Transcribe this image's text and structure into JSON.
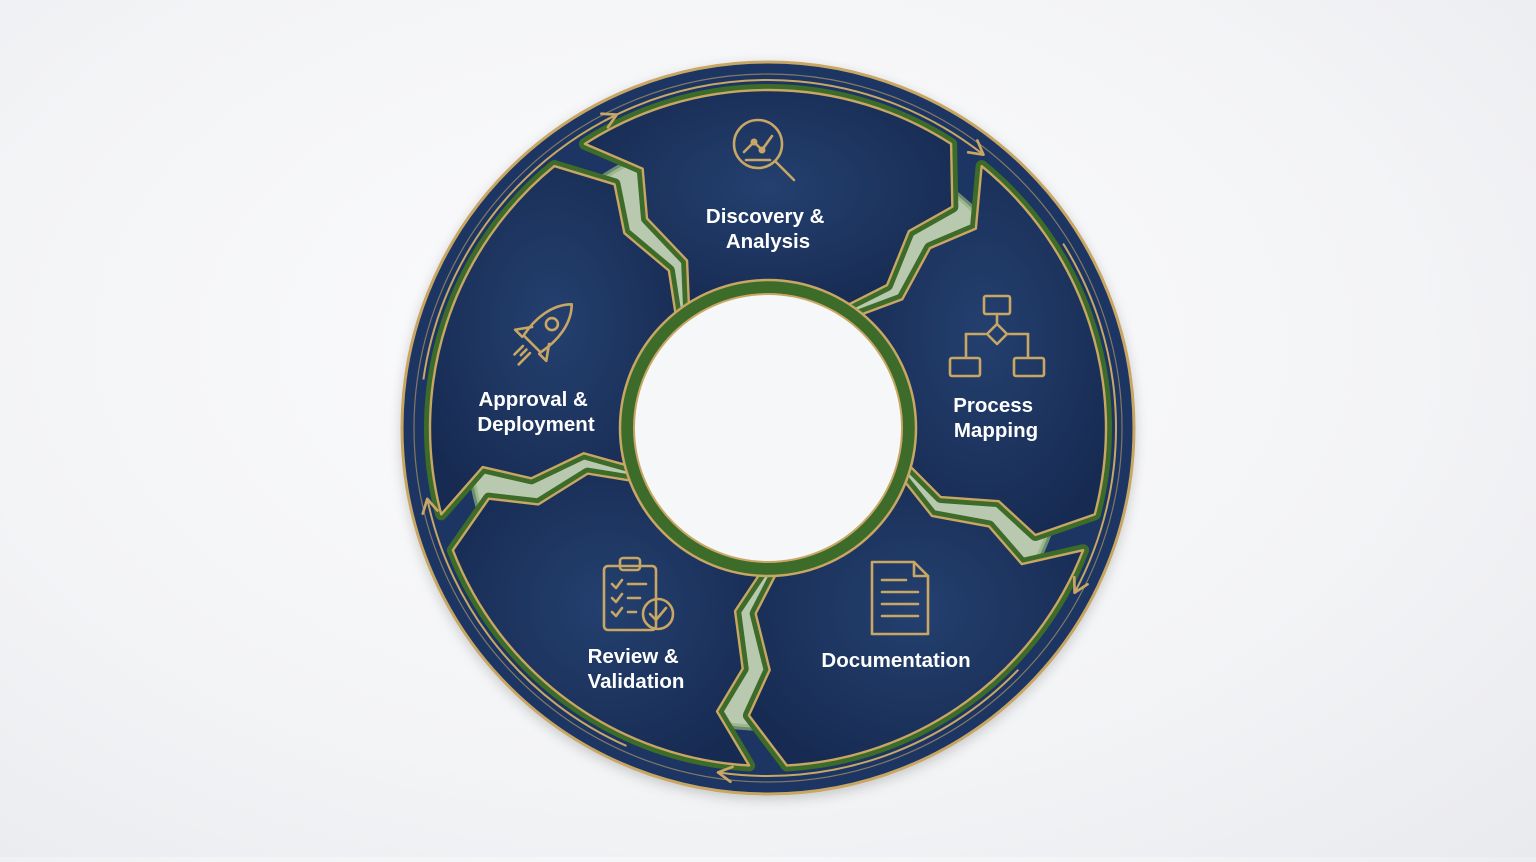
{
  "diagram": {
    "stages": [
      {
        "id": "discovery",
        "icon": "analysis-magnifier-icon",
        "lines": [
          "Discovery &",
          "Analysis"
        ]
      },
      {
        "id": "process",
        "icon": "flowchart-icon",
        "lines": [
          "Process",
          "Mapping"
        ]
      },
      {
        "id": "documentation",
        "icon": "document-icon",
        "lines": [
          "Documentation"
        ]
      },
      {
        "id": "review",
        "icon": "clipboard-check-icon",
        "lines": [
          "Review &",
          "Validation"
        ]
      },
      {
        "id": "approval",
        "icon": "rocket-icon",
        "lines": [
          "Approval &",
          "Deployment"
        ]
      }
    ],
    "colors": {
      "navy": "#1d3562",
      "navy_dark": "#172b52",
      "gold": "#c8a664",
      "green": "#3d6b2a",
      "green_light": "#8fb27b",
      "white": "#ffffff"
    },
    "flow_direction": "clockwise"
  }
}
